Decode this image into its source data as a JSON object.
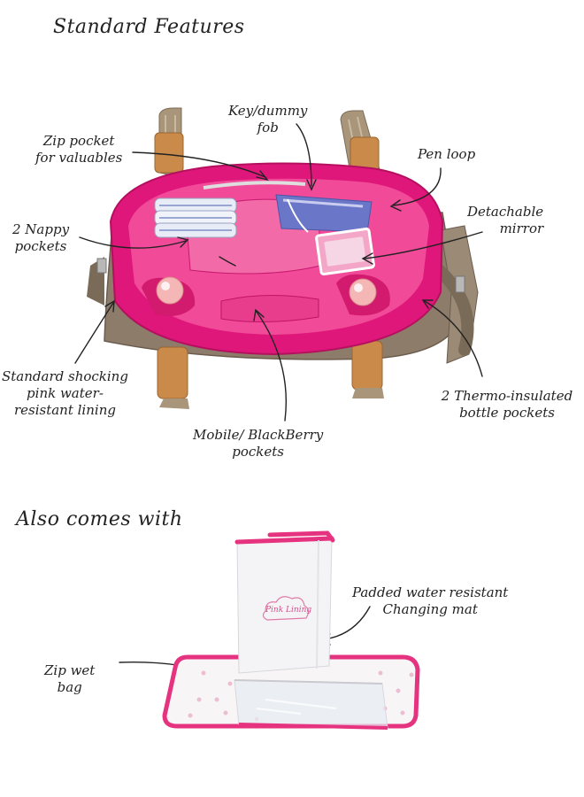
{
  "headings": {
    "standard": "Standard Features",
    "also": "Also comes with"
  },
  "features": {
    "key_fob": [
      "Key/dummy",
      "fob"
    ],
    "zip_pocket": [
      "Zip pocket",
      "for valuables"
    ],
    "pen_loop": [
      "Pen loop"
    ],
    "nappy": [
      "2 Nappy",
      "pockets"
    ],
    "mirror": [
      "Detachable",
      "mirror"
    ],
    "lining": [
      "Standard shocking",
      "pink water-",
      "resistant lining"
    ],
    "thermo": [
      "2 Thermo-insulated",
      "bottle pockets"
    ],
    "mobile": [
      "Mobile/ BlackBerry",
      "pockets"
    ]
  },
  "extras": {
    "mat": [
      "Padded water resistant",
      "Changing mat"
    ],
    "wet_bag": [
      "Zip wet",
      "bag"
    ]
  },
  "logo_text": "Pink Lining",
  "colors": {
    "lining_pink": "#e0177a",
    "lining_dark": "#b5105f",
    "tan_leather": "#c98a4a",
    "strap": "#a8957a",
    "pipe_pink": "#e6337f"
  }
}
